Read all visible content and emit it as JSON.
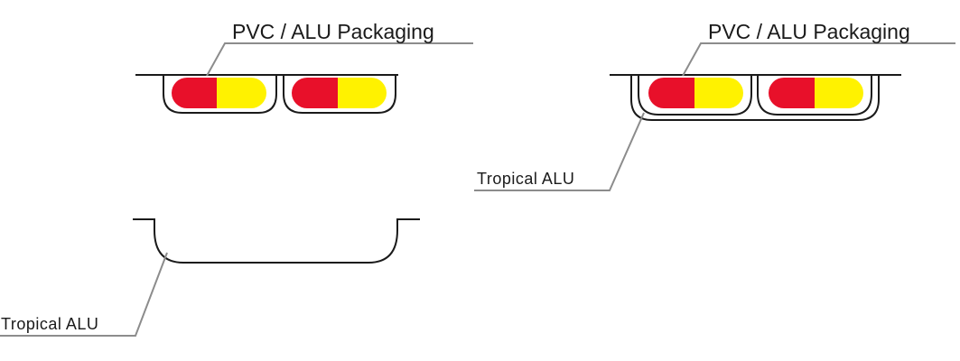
{
  "labels": {
    "pvc_left": "PVC / ALU Packaging",
    "pvc_right": "PVC / ALU Packaging",
    "tropical_right": "Tropical ALU",
    "tropical_left": "Tropical ALU"
  },
  "colors": {
    "capsule_red": "#e8102a",
    "capsule_yellow": "#fff200",
    "outline": "#1a1a1a",
    "leader": "#8c8c8c"
  }
}
